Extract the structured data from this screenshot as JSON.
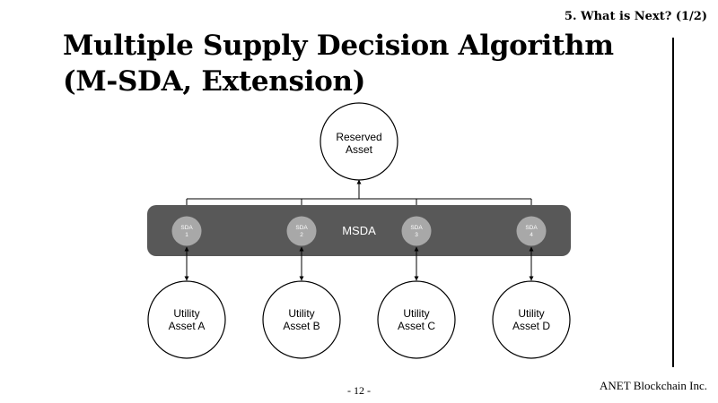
{
  "header": {
    "section": "5. What is Next? (1/2)",
    "title_line1": "Multiple Supply Decision Algorithm",
    "title_line2": "(M-SDA, Extension)"
  },
  "diagram": {
    "reserved": {
      "line1": "Reserved",
      "line2": "Asset"
    },
    "band_label": "MSDA",
    "sda_nodes": [
      {
        "name": "SDA",
        "num": "1"
      },
      {
        "name": "SDA",
        "num": "2"
      },
      {
        "name": "SDA",
        "num": "3"
      },
      {
        "name": "SDA",
        "num": "4"
      }
    ],
    "utility_assets": [
      {
        "line1": "Utility",
        "line2": "Asset A"
      },
      {
        "line1": "Utility",
        "line2": "Asset B"
      },
      {
        "line1": "Utility",
        "line2": "Asset C"
      },
      {
        "line1": "Utility",
        "line2": "Asset D"
      }
    ]
  },
  "footer": {
    "page_number": "- 12 -",
    "company": "ANET Blockchain Inc."
  }
}
